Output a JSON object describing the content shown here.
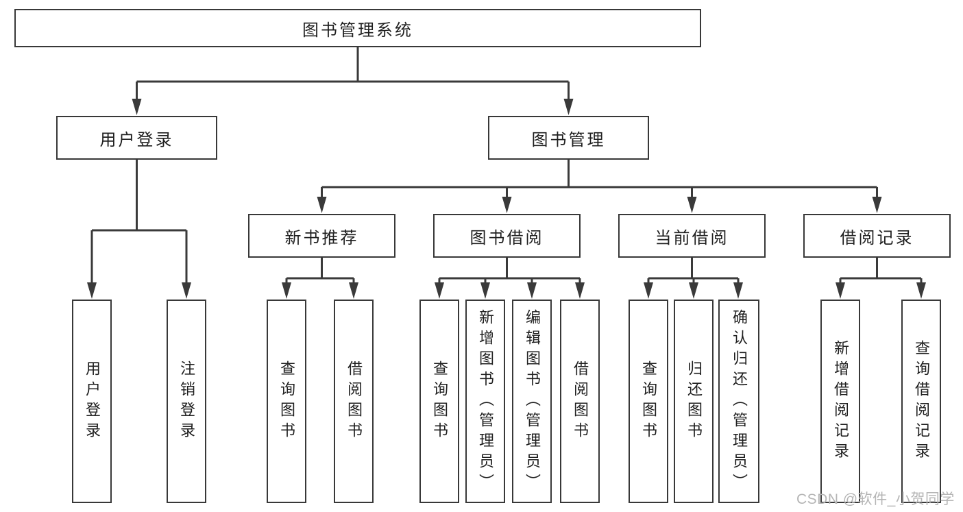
{
  "diagram": {
    "title": "图书管理系统",
    "nodes": {
      "root": "图书管理系统",
      "user_login": "用户登录",
      "book_mgmt": "图书管理",
      "new_book_rec": "新书推荐",
      "book_borrow": "图书借阅",
      "current_borrow": "当前借阅",
      "borrow_records": "借阅记录",
      "leaves": {
        "user_login": "用户登录",
        "logout": "注销登录",
        "nbr_search": "查询图书",
        "nbr_borrow": "借阅图书",
        "bb_search": "查询图书",
        "bb_add": "新增图书（管理员）",
        "bb_edit": "编辑图书（管理员）",
        "bb_borrow": "借阅图书",
        "cb_search": "查询图书",
        "cb_return": "归还图书",
        "cb_confirm": "确认归还（管理员）",
        "br_add": "新增借阅记录",
        "br_search": "查询借阅记录"
      }
    }
  },
  "watermark": {
    "text": "CSDN @软件_小贺同学",
    "color": "#b5b5b5"
  },
  "colors": {
    "line": "#3a3a3a",
    "box_border": "#383838",
    "text": "#1f1f1f",
    "background": "#ffffff"
  }
}
